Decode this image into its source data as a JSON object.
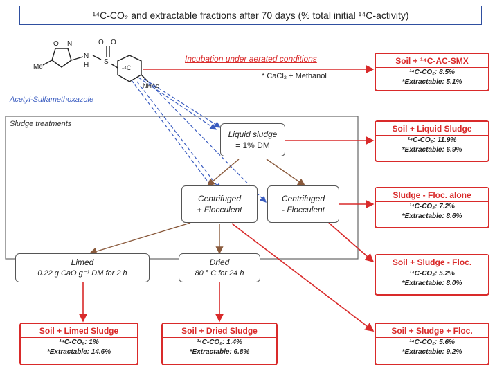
{
  "title": "¹⁴C-CO₂ and extractable fractions after 70 days (% total initial ¹⁴C-activity)",
  "molecule": {
    "me": "Me",
    "o": "O",
    "n": "N",
    "nh": "N",
    "h": "H",
    "s": "S",
    "o1": "O",
    "o2": "O",
    "ring14c": "¹⁴C",
    "nhac": "NHAc",
    "name": "Acetyl-Sulfamethoxazole"
  },
  "incubation": {
    "label": "Incubation under aerated conditions",
    "note": "* CaCl₂ + Methanol"
  },
  "sludge_treatments_label": "Sludge treatments",
  "nodes": {
    "liquid": [
      "Liquid sludge",
      "= 1% DM"
    ],
    "cent_plus": [
      "Centrifuged",
      "+ Flocculent"
    ],
    "cent_minus": [
      "Centrifuged",
      "- Flocculent"
    ],
    "limed": [
      "Limed",
      "0.22 g CaO g⁻¹ DM for 2 h"
    ],
    "dried": [
      "Dried",
      "80 ° C for 24 h"
    ]
  },
  "results": [
    {
      "header": "Soil + ¹⁴C-AC-SMX",
      "co2": "¹⁴C-CO₂: 8.5%",
      "ext": "*Extractable: 5.1%"
    },
    {
      "header": "Soil + Liquid Sludge",
      "co2": "¹⁴C-CO₂: 11.9%",
      "ext": "*Extractable: 6.9%"
    },
    {
      "header": "Sludge - Floc. alone",
      "co2": "¹⁴C-CO₂: 7.2%",
      "ext": "*Extractable: 8.6%"
    },
    {
      "header": "Soil + Sludge - Floc.",
      "co2": "¹⁴C-CO₂: 5.2%",
      "ext": "*Extractable: 8.0%"
    },
    {
      "header": "Soil + Limed Sludge",
      "co2": "¹⁴C-CO₂: 1%",
      "ext": "*Extractable: 14.6%"
    },
    {
      "header": "Soil + Dried Sludge",
      "co2": "¹⁴C-CO₂: 1.4%",
      "ext": "*Extractable: 6.8%"
    },
    {
      "header": "Soil + Sludge + Floc.",
      "co2": "¹⁴C-CO₂: 5.6%",
      "ext": "*Extractable: 9.2%"
    }
  ],
  "colors": {
    "red": "#d92a2a",
    "blue": "#3a5cc0",
    "brown": "#8a5a3c",
    "frame": "#2f4fa0"
  }
}
